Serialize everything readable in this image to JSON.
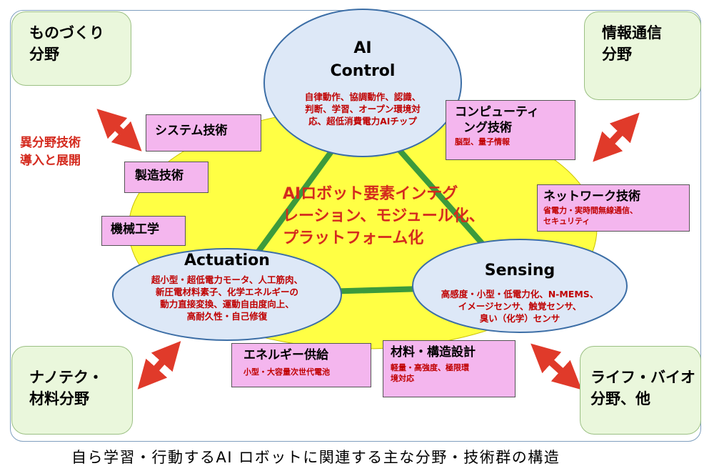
{
  "corners": {
    "top_left": [
      "ものづくり",
      "分野"
    ],
    "top_right": [
      "情報通信",
      "分野"
    ],
    "bottom_left": [
      "ナノテク・",
      "材料分野"
    ],
    "bottom_right": [
      "ライフ・バイオ",
      "分野、他"
    ]
  },
  "ai_control": {
    "title_1": "AI",
    "title_2": "Control",
    "desc": [
      "自律動作、協調動作、認識、",
      "判断、学習、オープン環境対",
      "応、超低消費電力AIチップ"
    ]
  },
  "actuation": {
    "title": "Actuation",
    "desc": [
      "超小型・超低電力モータ、人工筋肉、",
      "新圧電材料素子、化学エネルギーの",
      "動力直接変換、運動自由度向上、",
      "高耐久性・自己修復"
    ]
  },
  "sensing": {
    "title": "Sensing",
    "desc": [
      "高感度・小型・低電力化、N-MEMS、",
      "イメージセンサ、触覚センサ、",
      "臭い（化学）センサ"
    ]
  },
  "center_text": [
    "AIロボット要素インテグ",
    "レーション、モジュール化、",
    "プラットフォーム化"
  ],
  "side_label": [
    "異分野技術",
    "導入と展開"
  ],
  "boxes": {
    "system": {
      "title": "システム技術"
    },
    "manufacturing": {
      "title": "製造技術"
    },
    "mechanical": {
      "title": "機械工学"
    },
    "computing": {
      "title_1": "コンピューティ",
      "title_2": "ング技術",
      "desc": "脳型、量子情報"
    },
    "network": {
      "title": "ネットワーク技術",
      "desc_1": "省電力・実時間無線通信、",
      "desc_2": "セキュリティ"
    },
    "energy": {
      "title": "エネルギー供給",
      "desc": "小型・大容量次世代電池"
    },
    "materials": {
      "title": "材料・構造設計",
      "desc_1": "軽量・高強度、極限環",
      "desc_2": "境対応"
    }
  },
  "caption": "自ら学習・行動するAI ロボットに関連する主な分野・技術群の構造",
  "colors": {
    "yellow_fill": "#ffff44",
    "ellipse_fill": "#dde8f7",
    "ellipse_stroke": "#3c6ea6",
    "green_line": "#3c9a3c",
    "arrow_red": "#e03a2a",
    "text_red": "#c00000",
    "box_pink": "#f4b6ee",
    "corner_green": "#eaf7dc"
  }
}
